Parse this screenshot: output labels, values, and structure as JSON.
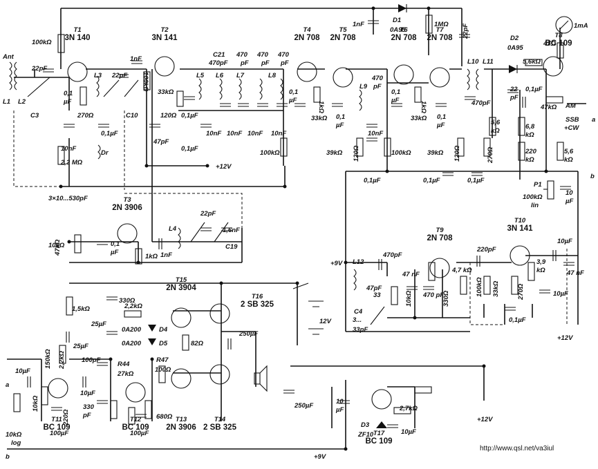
{
  "transistors": [
    {
      "ref": "T1",
      "type": "3N 140"
    },
    {
      "ref": "T2",
      "type": "3N 141"
    },
    {
      "ref": "T3",
      "type": "2N 3906"
    },
    {
      "ref": "T4",
      "type": "2N 708"
    },
    {
      "ref": "T5",
      "type": "2N 708"
    },
    {
      "ref": "T6",
      "type": "2N 708"
    },
    {
      "ref": "T7",
      "type": "2N 708"
    },
    {
      "ref": "T8",
      "type": "BC 109"
    },
    {
      "ref": "T9",
      "type": "2N 708"
    },
    {
      "ref": "T10",
      "type": "3N 141"
    },
    {
      "ref": "T11",
      "type": "BC 109"
    },
    {
      "ref": "T12",
      "type": "BC 109"
    },
    {
      "ref": "T13",
      "type": "2N 3906"
    },
    {
      "ref": "T14",
      "type": "2 SB 325"
    },
    {
      "ref": "T15",
      "type": "2N 3904"
    },
    {
      "ref": "T16",
      "type": "2 SB 325"
    },
    {
      "ref": "T17",
      "type": "BC 109"
    }
  ],
  "labels": {
    "ant": "Ant",
    "l1": "L1",
    "l2": "L2",
    "c3": "C3",
    "r100k_t1": "100kΩ",
    "c22p_a": "22pF",
    "c01_a": "0,1",
    "uf_a": "µF",
    "r270": "270Ω",
    "l3": "L3",
    "c22p_b": "22pF",
    "c10": "C10",
    "c01_b": "0,1µF",
    "dr": "Dr",
    "c10nf_a": "10nF",
    "r22m": "2,2 MΩ",
    "c1nf_a": "1nF",
    "r100k_t2": "100kΩ",
    "r33k_a": "33kΩ",
    "r120": "120Ω",
    "c01_c": "0,1µF",
    "c47p": "47pF",
    "c01_d": "0,1µF",
    "plus12": "+12V",
    "c21": "C21",
    "c470p_c21": "470pF",
    "l5": "L5",
    "l6": "L6",
    "l7": "L7",
    "l8": "L8",
    "c470": "470",
    "pf": "pF",
    "c10nf": "10nF",
    "c01_e": "0,1",
    "uf": "µF",
    "r100k_l8": "100kΩ",
    "r1k_a": "1kΩ",
    "r33k_b": "33kΩ",
    "c01_f": "0,1",
    "l9": "L9",
    "c470_l9": "470",
    "c10nf_l9": "10nF",
    "r120_b": "120Ω",
    "c01_g": "0,1µF",
    "r39k_a": "39kΩ",
    "r100k_b": "100kΩ",
    "c01_h": "0,1",
    "r1k_b": "1kΩ",
    "r33k_c": "33kΩ",
    "c01_i": "0,1",
    "r39k_b": "39kΩ",
    "c01_j": "0,1µF",
    "r120_c": "120Ω",
    "r270_b": "270Ω",
    "c01_k": "0,1µF",
    "c1nf_top": "1nF",
    "d1": "D1",
    "oa95_a": "0A95",
    "r1m": "1MΩ",
    "c22pf_top": "22pF",
    "l10": "L10",
    "l11": "L11",
    "c470pf_l10": "470pF",
    "r56k_a": "5,6",
    "kohm": "kΩ",
    "d2": "D2",
    "oa95_b": "0A95",
    "r56k_d2": "5,6kΩ",
    "r47": "47Ω",
    "meter": "1mA",
    "c22pf_d2": "22",
    "pf2": "pF",
    "c01_l": "0,1µF",
    "r47k": "47kΩ",
    "am": "AM",
    "ssb": "SSB",
    "cw": "+CW",
    "r68k": "6,8",
    "r220k": "220",
    "r56k_b": "5,6",
    "out_a": "a",
    "out_b": "b",
    "p1": "P1",
    "p1_val": "100kΩ",
    "lin": "lin",
    "c10_p1": "10",
    "uf_p1": "µF",
    "range": "3×10...530pF",
    "r10k_t3": "10kΩ",
    "r47k_t3": "47kΩ",
    "c01_t3": "0,1",
    "r1k_t3": "1kΩ",
    "c1nf_l4": "1nF",
    "l4": "L4",
    "c22pf_l4": "22pF",
    "c16nf": "1,6nF",
    "c19": "C19",
    "plus9": "+9V",
    "l12": "L12",
    "c47pf_l12": "47pF",
    "c470pf_l12": "470pF",
    "c47nf": "47 nF",
    "r10k_t9": "10kΩ",
    "c470pf_t9": "470 pF",
    "r330": "330Ω",
    "r47k_t9": "4,7 kΩ",
    "c33": "33",
    "c4": "C4",
    "c4_range": "3...",
    "c33pf": "33pF",
    "c220pf": "220pF",
    "r100k_t10": "100kΩ",
    "r33k_t10": "33kΩ",
    "r270_t10": "270Ω",
    "c01_t10": "0,1µF",
    "r39k_t10": "3,9",
    "c10uf": "10µF",
    "c10uf_b": "10µF",
    "c47nf_out": "47 nF",
    "plus12_b": "+12V",
    "r15k": "1,5kΩ",
    "r330_af": "330Ω",
    "c25uf_a": "25µF",
    "r22k": "2,2kΩ",
    "d4": "D4",
    "d5": "D5",
    "oa200": "0A200",
    "c25uf_b": "25µF",
    "r150k": "150kΩ",
    "r22k_b": "2,2kΩ",
    "r82": "82Ω",
    "c250uf": "250µF",
    "plus12_af": "12V",
    "c10uf_in": "10µF",
    "c100pf": "100pF",
    "r44": "R44",
    "r27k": "27kΩ",
    "r47_af": "R47",
    "r100": "100Ω",
    "r10k_af": "10kΩ",
    "r10k_log": "10kΩ",
    "log": "log",
    "c10uf_c": "10µF",
    "c330pf": "330",
    "pf3": "pF",
    "c100uf_a": "100µF",
    "c100uf_b": "100µF",
    "r220_af": "220Ω",
    "r680": "680Ω",
    "c250uf_b": "250µF",
    "c10uf_z": "10",
    "uf_z": "µF",
    "d3": "D3",
    "zf10": "ZF10",
    "r27k_z": "2,7kΩ",
    "c10uf_z2": "10µF",
    "plus12_z": "+12V",
    "plus9_b": "+9V",
    "url": "http://www.qsl.net/va3iul"
  }
}
